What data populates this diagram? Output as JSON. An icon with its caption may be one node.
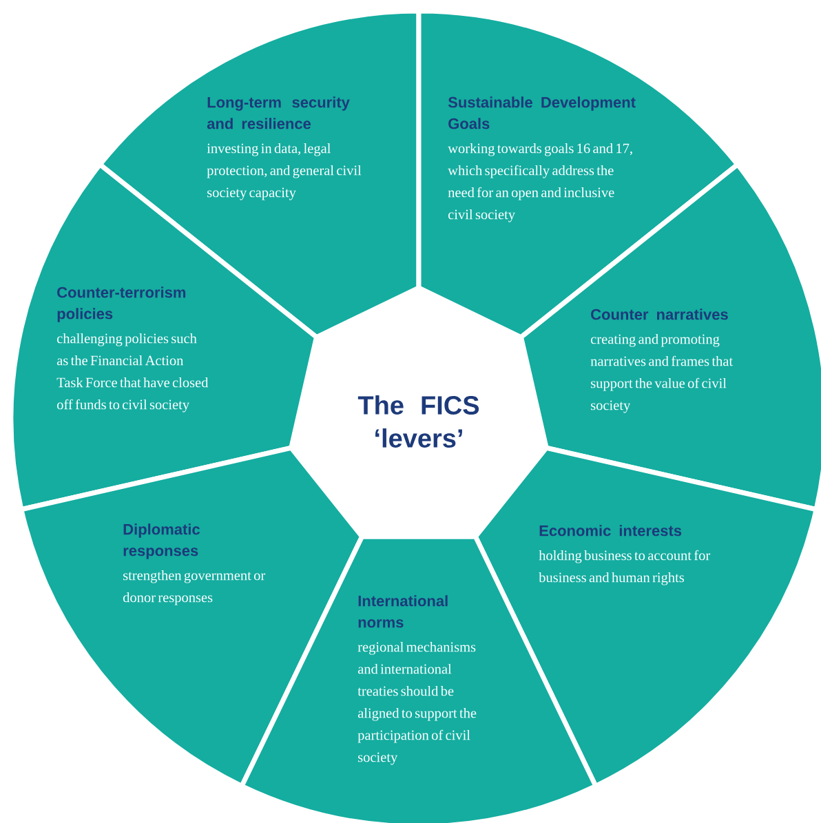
{
  "diagram": {
    "nodes": [
      {
        "text": [
          "Long-term security and resilience",
          "investing in data, legal protection, and general civil society capacity"
        ]
      },
      {
        "text": [
          "Sustainable Development Goals",
          "working towards goals 16 and 17, which specifically address the need for an open and inclusive civil society"
        ]
      },
      {
        "text": [
          "Counter-terrorism policies",
          "challenging policies such as the Financial Action Task Force that have closed off funds to civil society"
        ]
      },
      {
        "text": [
          "Counter narratives",
          "creating and promoting narratives and frames that support the value of civil society"
        ]
      },
      {
        "text": [
          "The FICS ‘levers’"
        ]
      },
      {
        "text": [
          "Economic interests",
          "holding business to account for business and human rights"
        ]
      },
      {
        "text": [
          "Diplomatic responses",
          "strengthen government or donor responses"
        ]
      },
      {
        "text": [
          "International norms",
          "regional mechanisms and international treaties should be aligned to support the participation of civil society"
        ]
      }
    ]
  }
}
